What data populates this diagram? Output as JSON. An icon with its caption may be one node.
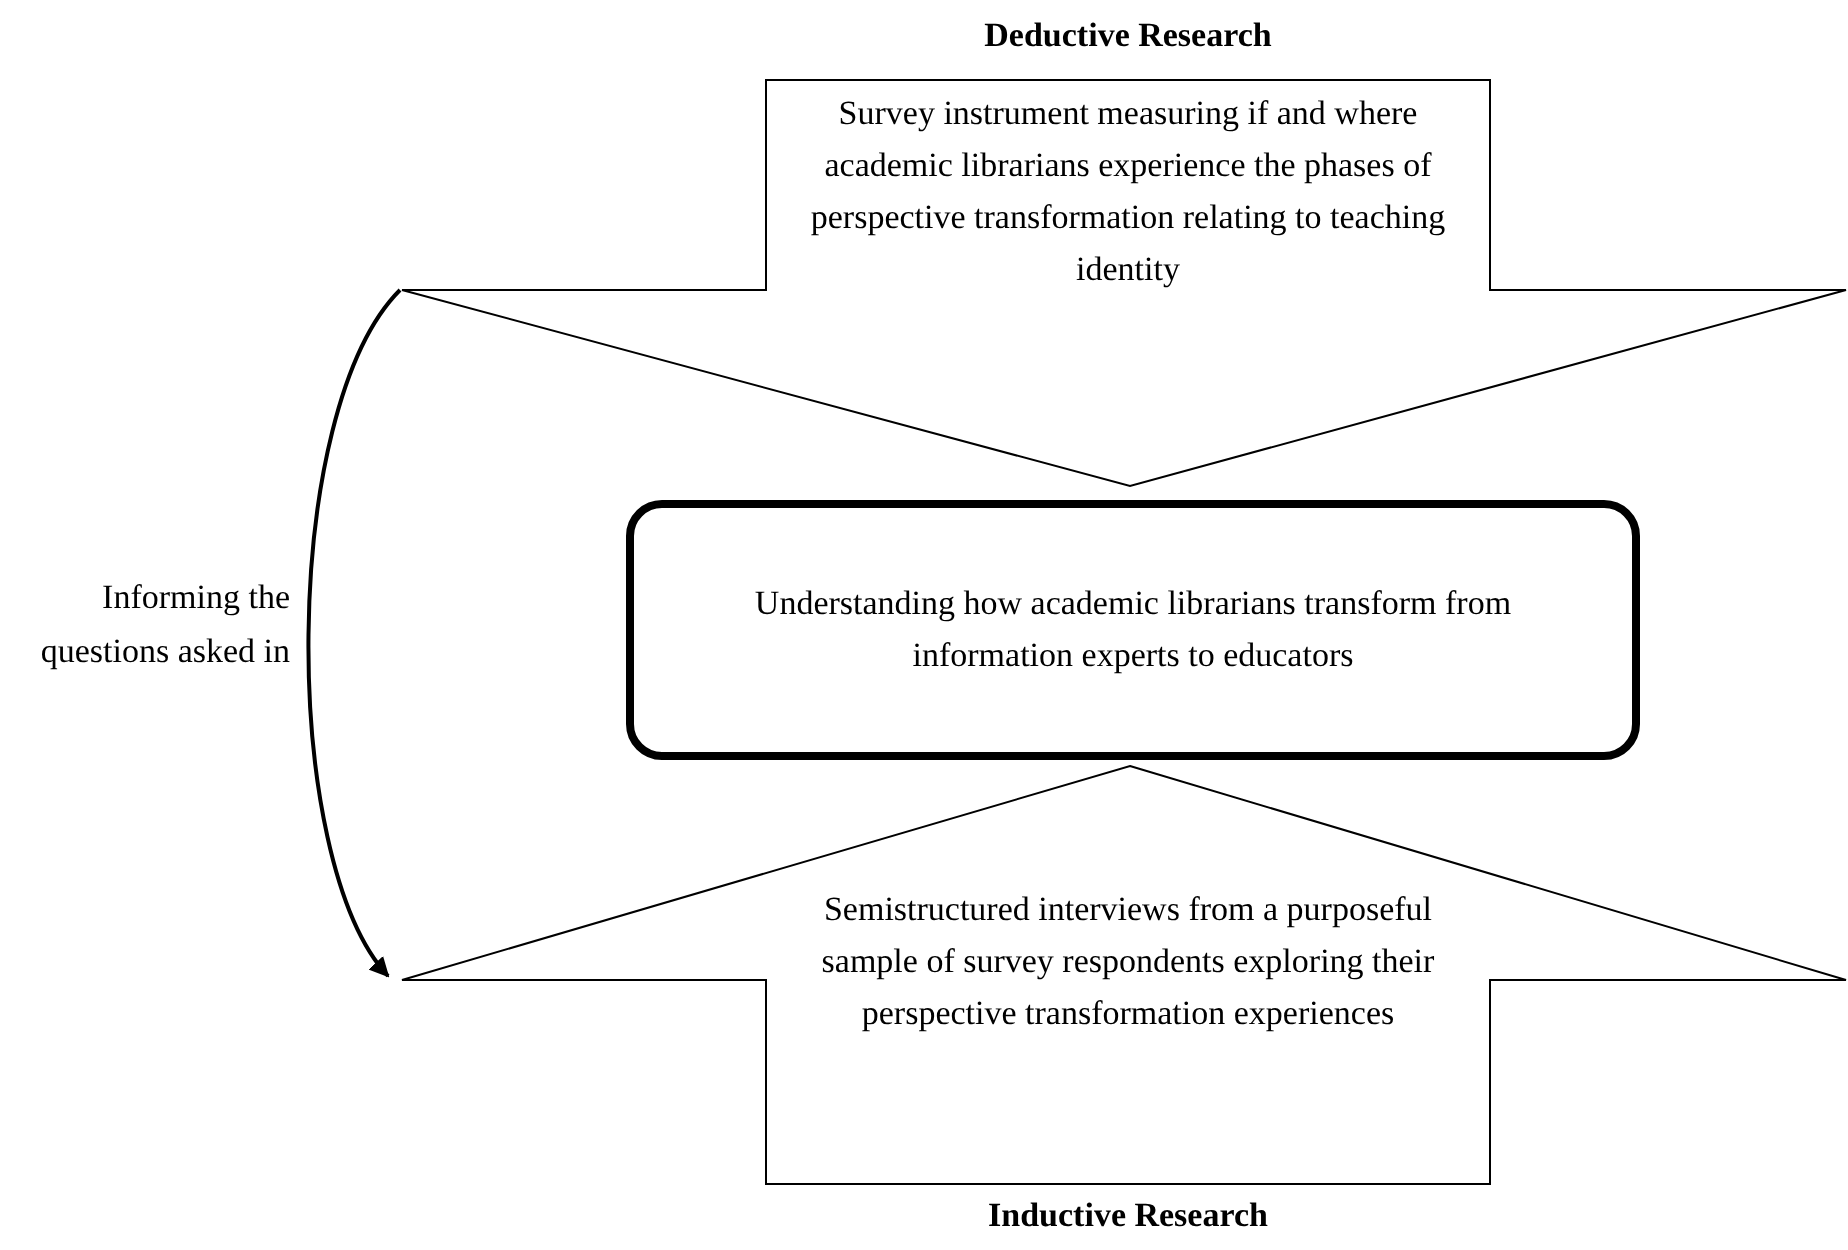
{
  "diagram": {
    "nodes": [
      {
        "text": [
          "Deductive Research",
          "Survey instrument measuring if and where academic librarians experience the phases of perspective transformation relating to teaching identity"
        ]
      },
      {
        "text": [
          "Understanding how academic librarians transform from information experts to educators"
        ]
      },
      {
        "text": [
          "Semistructured interviews from a purposeful sample of survey respondents exploring their perspective transformation experiences",
          "Inductive Research"
        ]
      }
    ],
    "edges": [
      {
        "from": 0,
        "to": 2,
        "arrow": "to",
        "label": "Informing the questions asked in"
      }
    ]
  }
}
